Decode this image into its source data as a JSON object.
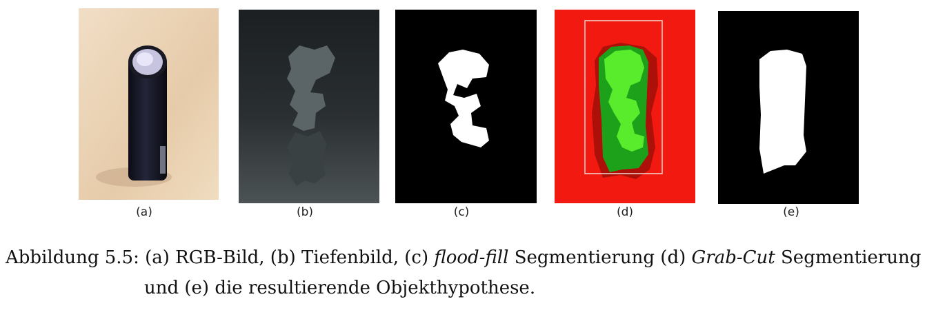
{
  "panels": [
    {
      "id": "a",
      "label": "(a)"
    },
    {
      "id": "b",
      "label": "(b)"
    },
    {
      "id": "c",
      "label": "(c)"
    },
    {
      "id": "d",
      "label": "(d)"
    },
    {
      "id": "e",
      "label": "(e)"
    }
  ],
  "caption": {
    "prefix": "Abbildung 5.5:",
    "line1_part1": "(a) RGB-Bild, (b) Tiefenbild, (c)",
    "line1_em1": "flood-fill",
    "line1_part2": "Segmentierung (d)",
    "line1_em2": "Grab-Cut",
    "line1_part3": "Segmentierung",
    "line2": "und (e) die resultierende Objekthypothese."
  },
  "colors": {
    "background_a": "#e9d2b4",
    "depth_bg": "#24282a",
    "mask_white": "#ffffff",
    "grabcut_red": "#f21a10",
    "grabcut_green": "#3fdc1c"
  }
}
